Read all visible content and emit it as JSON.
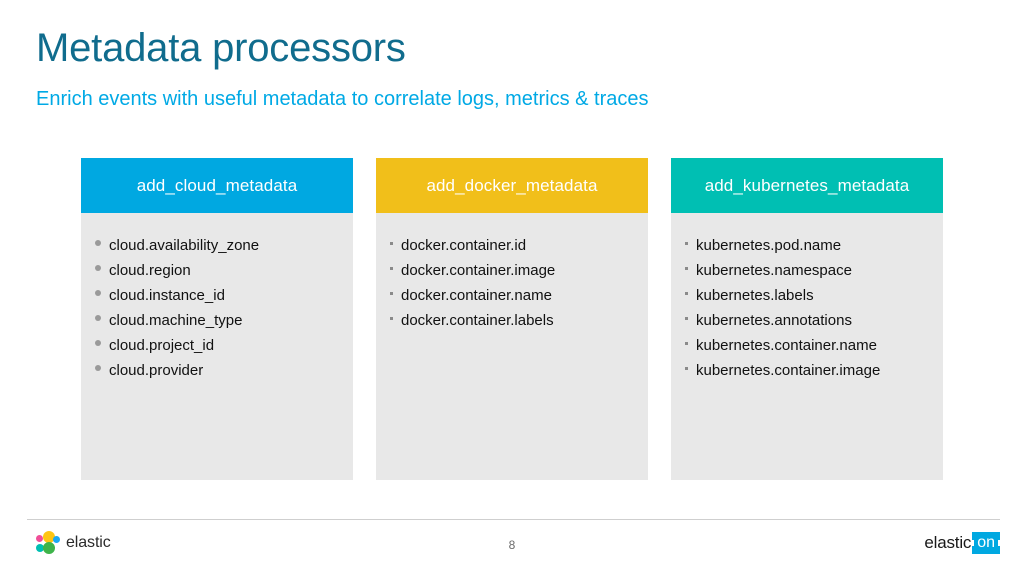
{
  "slide": {
    "title": "Metadata processors",
    "subtitle": "Enrich events with useful metadata to correlate logs, metrics & traces",
    "page_number": "8",
    "title_color": "#106c8d",
    "subtitle_color": "#00a9e5"
  },
  "cards": [
    {
      "header": "add_cloud_metadata",
      "header_color": "#00a8e1",
      "bullet_style": "round",
      "items": [
        "cloud.availability_zone",
        "cloud.region",
        "cloud.instance_id",
        "cloud.machine_type",
        "cloud.project_id",
        "cloud.provider"
      ]
    },
    {
      "header": "add_docker_metadata",
      "header_color": "#f1bf1a",
      "bullet_style": "square",
      "items": [
        "docker.container.id",
        "docker.container.image",
        "docker.container.name",
        "docker.container.labels"
      ]
    },
    {
      "header": "add_kubernetes_metadata",
      "header_color": "#00bfb3",
      "bullet_style": "square",
      "items": [
        "kubernetes.pod.name",
        "kubernetes.namespace",
        "kubernetes.labels",
        "kubernetes.annotations",
        "kubernetes.container.name",
        "kubernetes.container.image"
      ]
    }
  ],
  "footer": {
    "brand_word": "elastic",
    "event_word": "elastic",
    "event_suffix": "on"
  }
}
